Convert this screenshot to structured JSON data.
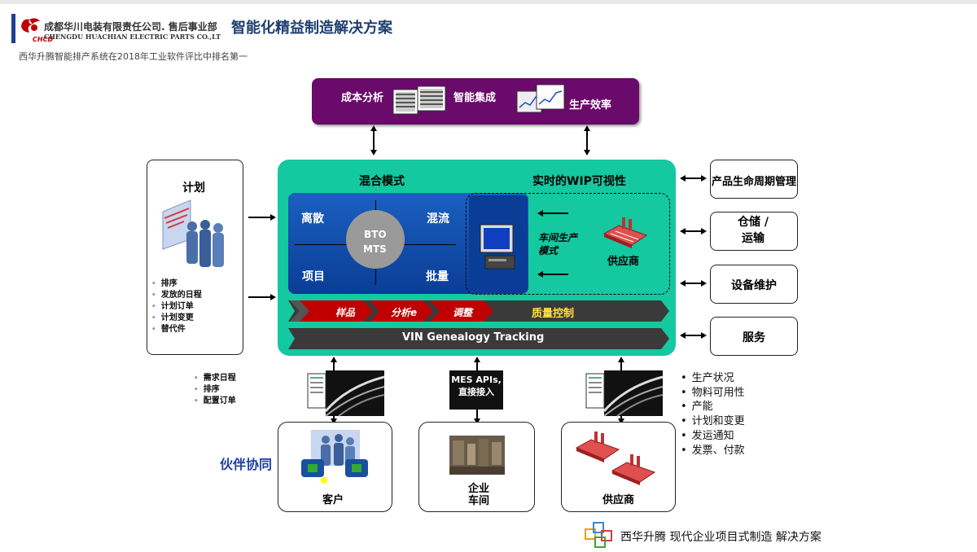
{
  "header": {
    "logo_text": "CHCD",
    "company_cn": "成都华川电装有限责任公司. 售后事业部",
    "company_en": "CHENGDU HUACHIAN ELECTRIC PARTS CO.,LT",
    "title": "智能化精益制造解决方案",
    "subtitle": "西华升腾智能排产系统在2018年工业软件评比中排名第一"
  },
  "top_box": {
    "cost_analysis": "成本分析",
    "smart_integration": "智能集成",
    "production_efficiency": "生产效率"
  },
  "plan_box": {
    "title": "计划",
    "items": [
      "排序",
      "发放的日程",
      "计划订单",
      "计划变更",
      "替代件"
    ]
  },
  "core": {
    "mixed_mode": "混合模式",
    "wip_visibility": "实时的WIP可视性",
    "discrete": "离散",
    "mixed_flow": "混流",
    "project": "项目",
    "batch": "批量",
    "bto": "BTO",
    "mts": "MTS",
    "shop_mode": "车间生产模式",
    "supplier": "供应商",
    "bar_sample": "样品",
    "bar_analysis": "分析e",
    "bar_adjust": "调整",
    "quality_control": "质量控制",
    "vin_tracking": "VIN Genealogy Tracking"
  },
  "right_boxes": [
    "产品生命周期管理",
    "仓储 / 运输",
    "设备维护",
    "服务"
  ],
  "bottom": {
    "customer_items": [
      "需求日程",
      "排序",
      "配置订单"
    ],
    "partner_collab": "伙伴协同",
    "customer": "客户",
    "mes_api": "MES APIs, 直接接入",
    "enterprise_shop": "企业车间",
    "supplier": "供应商",
    "supplier_items": [
      "生产状况",
      "物料可用性",
      "产能",
      "计划和变更",
      "发运通知",
      "发票、付款"
    ]
  },
  "footer": {
    "text": "西华升腾  现代企业项目式制造 解决方案"
  },
  "colors": {
    "title_blue": "#1f3f6f",
    "top_purple": "#6a0a6a",
    "core_green": "#14c8a0",
    "core_blue": "#0a3d96",
    "logo_red": "#c00000"
  }
}
